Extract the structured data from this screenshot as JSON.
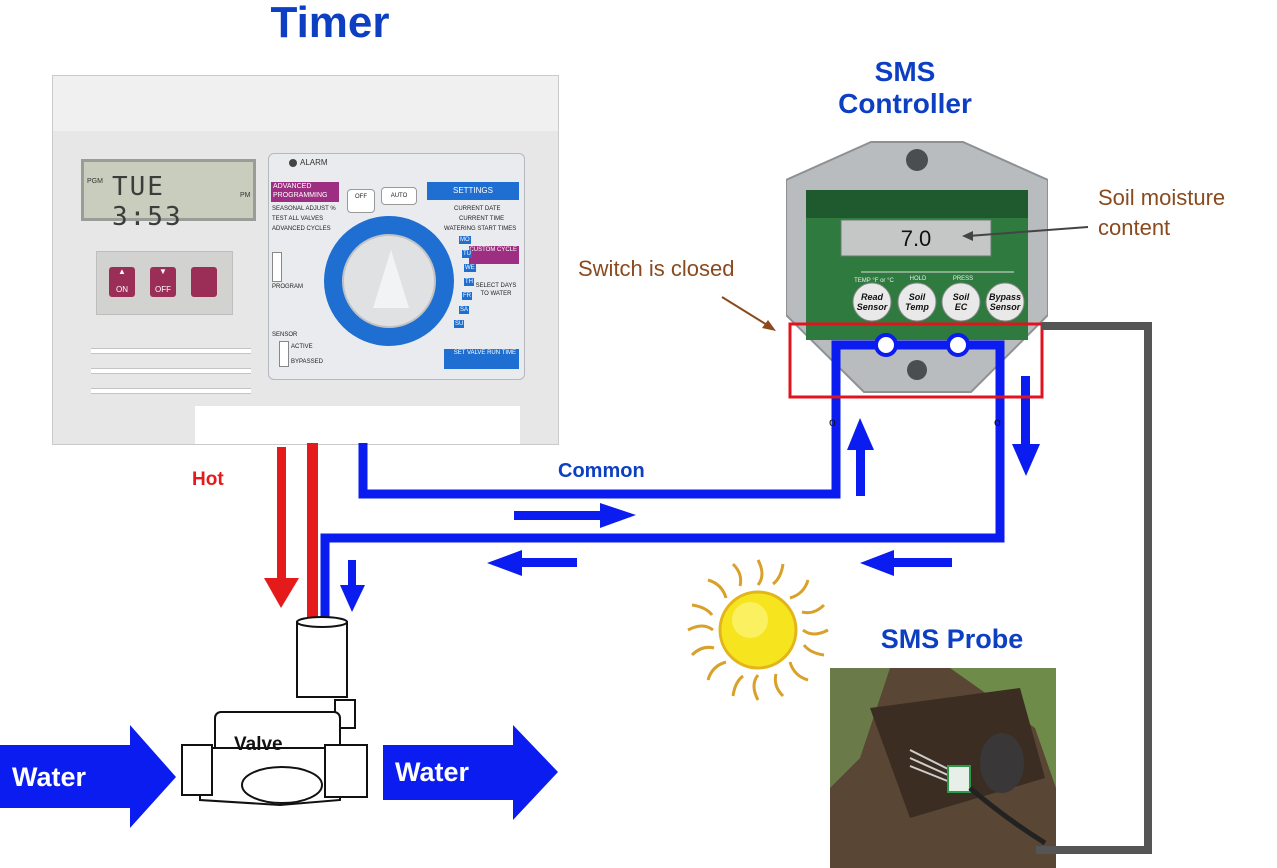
{
  "titles": {
    "timer": "Timer",
    "sms_controller_line1": "SMS",
    "sms_controller_line2": "Controller",
    "sms_probe": "SMS Probe"
  },
  "labels": {
    "soil_moisture_line1": "Soil moisture",
    "soil_moisture_line2": "content",
    "switch_closed": "Switch is closed",
    "hot": "Hot",
    "common": "Common",
    "valve": "Valve",
    "water_in": "Water",
    "water_out": "Water"
  },
  "timer": {
    "display": "TUE 3:53",
    "display_prefix": "PGM",
    "display_suffix": "PM",
    "alarm": "ALARM",
    "buttons": [
      "ON",
      "OFF",
      ""
    ],
    "advanced_programming": "ADVANCED PROGRAMMING",
    "off": "OFF",
    "auto": "AUTO",
    "settings": "SETTINGS",
    "menu_left": [
      "SEASONAL ADJUST %",
      "TEST ALL VALVES",
      "ADVANCED CYCLES"
    ],
    "menu_right": [
      "CURRENT DATE",
      "CURRENT TIME",
      "WATERING START TIMES"
    ],
    "custom_cycle": "CUSTOM CYCLE",
    "select_days": "SELECT DAYS TO WATER",
    "program": "PROGRAM",
    "sensor": "SENSOR",
    "active": "ACTIVE",
    "bypassed": "BYPASSED",
    "set_valve_run_time": "SET VALVE RUN TIME",
    "day_labels": [
      "MO",
      "TU",
      "WE",
      "TH",
      "FR",
      "SA",
      "SU"
    ]
  },
  "sms": {
    "reading": "7.0",
    "mini_labels": [
      "TEMP °F or °C",
      "HOLD",
      "PRESS"
    ],
    "buttons": [
      {
        "line1": "Read",
        "line2": "Sensor"
      },
      {
        "line1": "Soil",
        "line2": "Temp"
      },
      {
        "line1": "Soil",
        "line2": "EC"
      },
      {
        "line1": "Bypass",
        "line2": "Sensor"
      }
    ]
  },
  "colors": {
    "title_blue": "#0d3fc2",
    "wire_blue": "#0a1cf0",
    "wire_red": "#e51b1b",
    "label_brown": "#8a4a1e",
    "sms_green": "#2e7a3f",
    "highlight_red": "#e0141e",
    "cable_gray": "#555555"
  },
  "icons": [
    "sun-icon",
    "flow-arrow-icon",
    "pointer-arrow-icon"
  ]
}
